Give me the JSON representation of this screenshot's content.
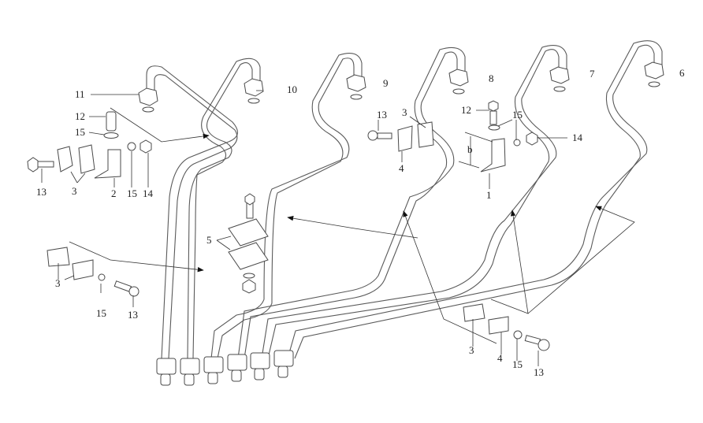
{
  "diagram": {
    "title_visible": false,
    "callouts": {
      "pipe_11": "11",
      "pipe_10": "10",
      "pipe_9": "9",
      "pipe_8": "8",
      "pipe_7": "7",
      "pipe_6": "6",
      "tl_bolt12": "12",
      "tl_washer15": "15",
      "tl_bolt13": "13",
      "tl_clamp3": "3",
      "tl_bracket2": "2",
      "tl_washer15b": "15",
      "tl_nut14": "14",
      "mid_clamp5": "5",
      "ml_clamp3": "3",
      "ml_washer15": "15",
      "ml_bolt13": "13",
      "tc_bolt13": "13",
      "tc_clamp3": "3",
      "tc_clamp4": "4",
      "tr_bolt12": "12",
      "tr_washer15": "15",
      "tr_nut14": "14",
      "tr_dim_b": "b",
      "tr_bracket1": "1",
      "br_clamp3": "3",
      "br_clamp4": "4",
      "br_washer15": "15",
      "br_bolt13": "13"
    }
  }
}
